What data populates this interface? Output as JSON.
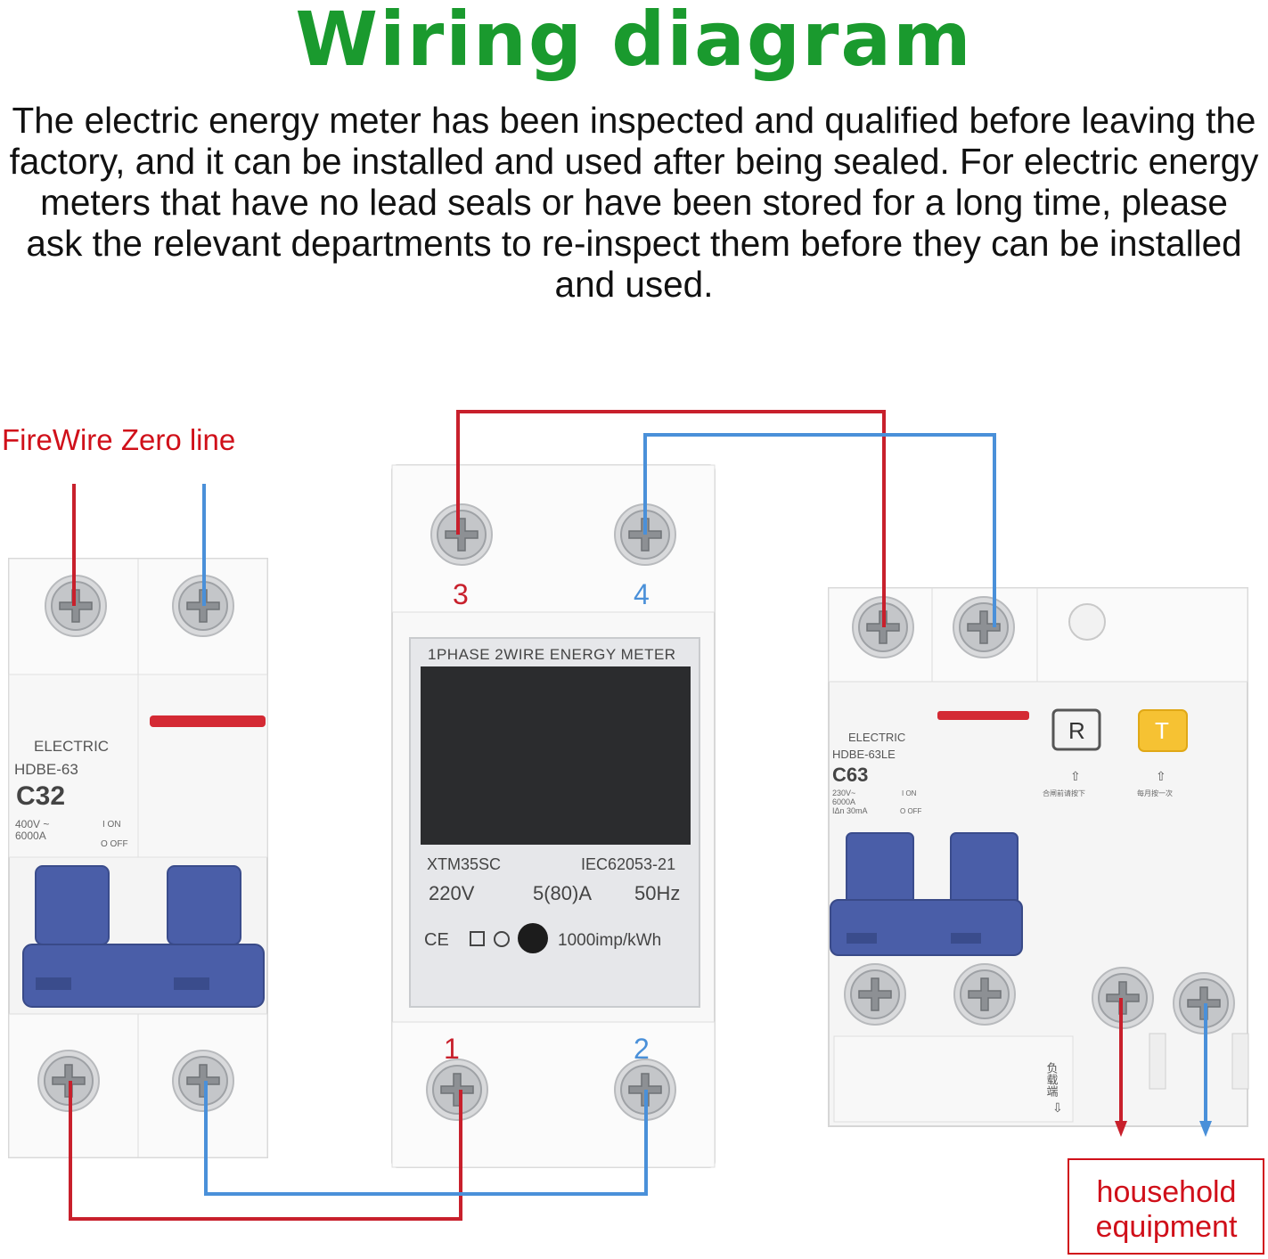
{
  "title": "Wiring diagram",
  "intro": "The electric energy meter has been inspected and qualified before leaving the factory, and it can be installed and used after being sealed. For electric energy meters that have no lead seals or have been stored for a long time, please ask the relevant departments to re-inspect them before they can be installed and used.",
  "labels": {
    "firewire": "FireWire Zero line",
    "household_line1": "household",
    "household_line2": "equipment"
  },
  "breaker_left": {
    "brand": "ELECTRIC",
    "model": "HDBE-63",
    "rating": "C32",
    "spec1": "400V ~",
    "spec2": "6000A",
    "on": "I ON",
    "off": "O OFF"
  },
  "meter": {
    "header": "1PHASE  2WIRE  ENERGY METER",
    "model": "XTM35SC",
    "standard": "IEC62053-21",
    "voltage": "220V",
    "current": "5(80)A",
    "frequency": "50Hz",
    "marks": "CE",
    "impulse": "1000imp/kWh",
    "terminals": [
      "3",
      "4",
      "1",
      "2"
    ]
  },
  "breaker_right": {
    "brand": "ELECTRIC",
    "model": "HDBE-63LE",
    "rating": "C63",
    "spec1": "230V~",
    "spec2": "6000A",
    "spec3": "IΔn 30mA",
    "on": "I ON",
    "off": "O OFF",
    "reset": "R",
    "test": "T",
    "reset_note": "合闸前请按下",
    "test_note": "每月按一次",
    "load_side": "负载端"
  },
  "colors": {
    "title": "#1a9a2e",
    "live": "#c8202c",
    "neutral": "#4a90d9",
    "label_red": "#d0101a",
    "handle": "#4a5ea8"
  }
}
